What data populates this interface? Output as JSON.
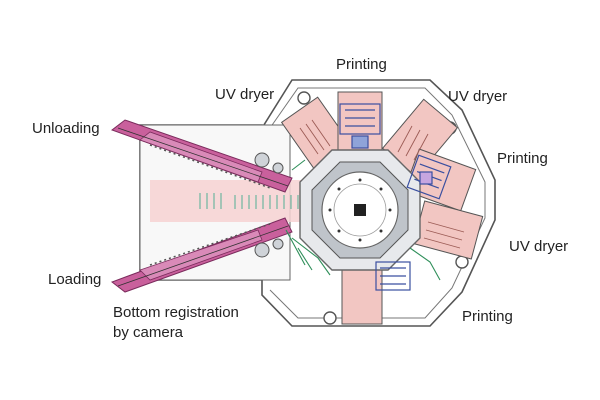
{
  "labels": {
    "printing_top": "Printing",
    "uv_dryer_left": "UV dryer",
    "uv_dryer_right": "UV dryer",
    "printing_right": "Printing",
    "uv_dryer_lower_right": "UV dryer",
    "printing_bottom_right": "Printing",
    "unloading": "Unloading",
    "loading": "Loading",
    "bottom_registration": "Bottom registration\nby camera"
  },
  "colors": {
    "frame": "#555555",
    "station_pink": "#f2c6c2",
    "conveyor_magenta": "#c9609c",
    "ring_gray": "#9aa0a6",
    "machinery_blue": "#3a4fa0",
    "machinery_green": "#2f8f5a",
    "highlight_pink": "#f7d2d2"
  }
}
